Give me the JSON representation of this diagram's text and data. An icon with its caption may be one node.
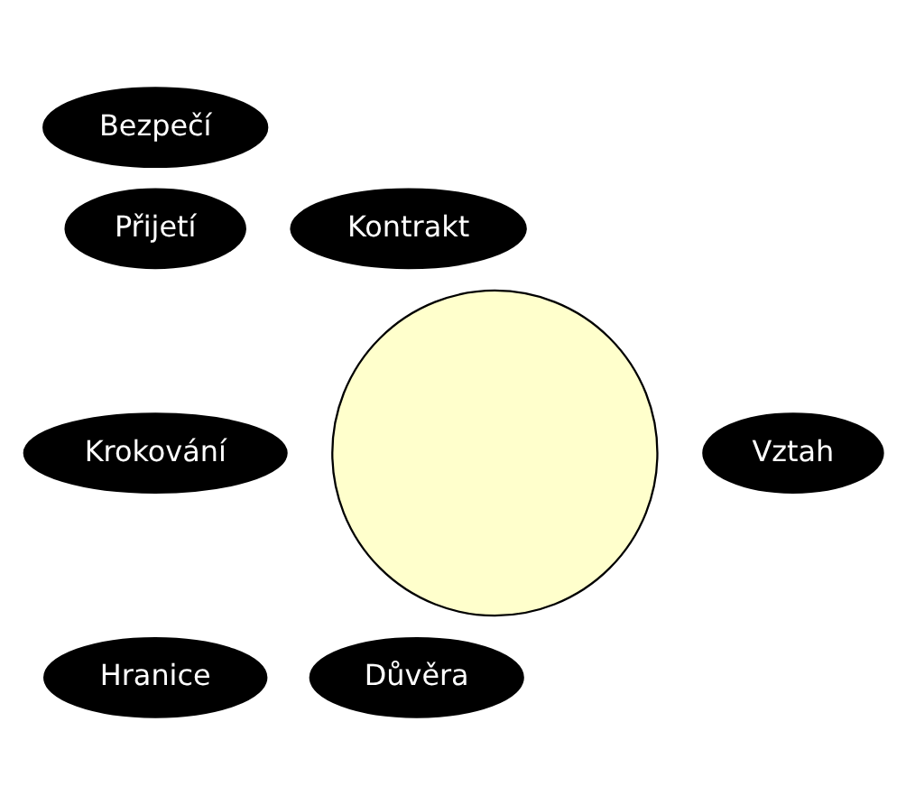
{
  "diagram": {
    "nodes": [
      {
        "text": [],
        "shape": "circle"
      },
      {
        "text": [
          "Bezpečí"
        ]
      },
      {
        "text": [
          "Přijetí"
        ]
      },
      {
        "text": [
          "Kontrakt"
        ]
      },
      {
        "text": [
          "Krokování"
        ]
      },
      {
        "text": [
          "Vztah"
        ]
      },
      {
        "text": [
          "Důvěra"
        ]
      },
      {
        "text": [
          "Hranice"
        ]
      }
    ],
    "edges": []
  }
}
